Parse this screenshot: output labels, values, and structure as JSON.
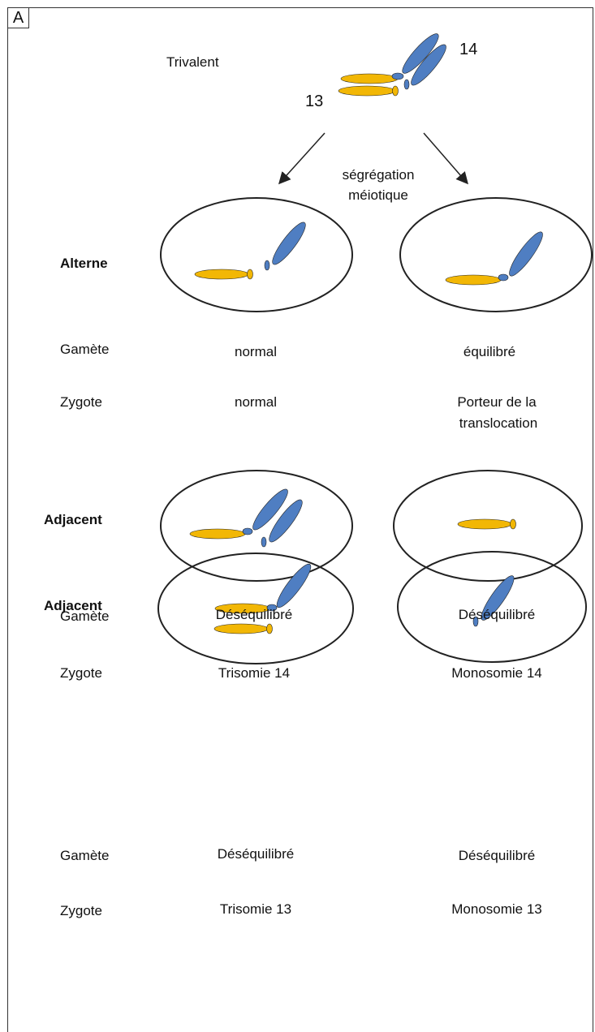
{
  "panel_label": "A",
  "header": {
    "title": "Trivalent",
    "chr_13": "13",
    "chr_14": "14",
    "process_line1": "ségrégation",
    "process_line2": "méiotique"
  },
  "colors": {
    "chromosome_13": "#f2b705",
    "chromosome_14": "#4f7ec2",
    "outline": "#222222"
  },
  "row_labels": {
    "gamete": "Gamète",
    "zygote": "Zygote"
  },
  "sections": [
    {
      "mode": "Alterne",
      "left": {
        "gamete": "normal",
        "zygote": "normal"
      },
      "right": {
        "gamete": "équilibré",
        "zygote_line1": "Porteur de la",
        "zygote_line2": "translocation"
      }
    },
    {
      "mode": "Adjacent",
      "left": {
        "gamete": "Déséquilibré",
        "zygote": "Trisomie 14"
      },
      "right": {
        "gamete": "Déséquilibré",
        "zygote": "Monosomie 14"
      }
    },
    {
      "mode": "Adjacent",
      "left": {
        "gamete": "Déséquilibré",
        "zygote": "Trisomie 13"
      },
      "right": {
        "gamete": "Déséquilibré",
        "zygote": "Monosomie 13"
      }
    }
  ]
}
